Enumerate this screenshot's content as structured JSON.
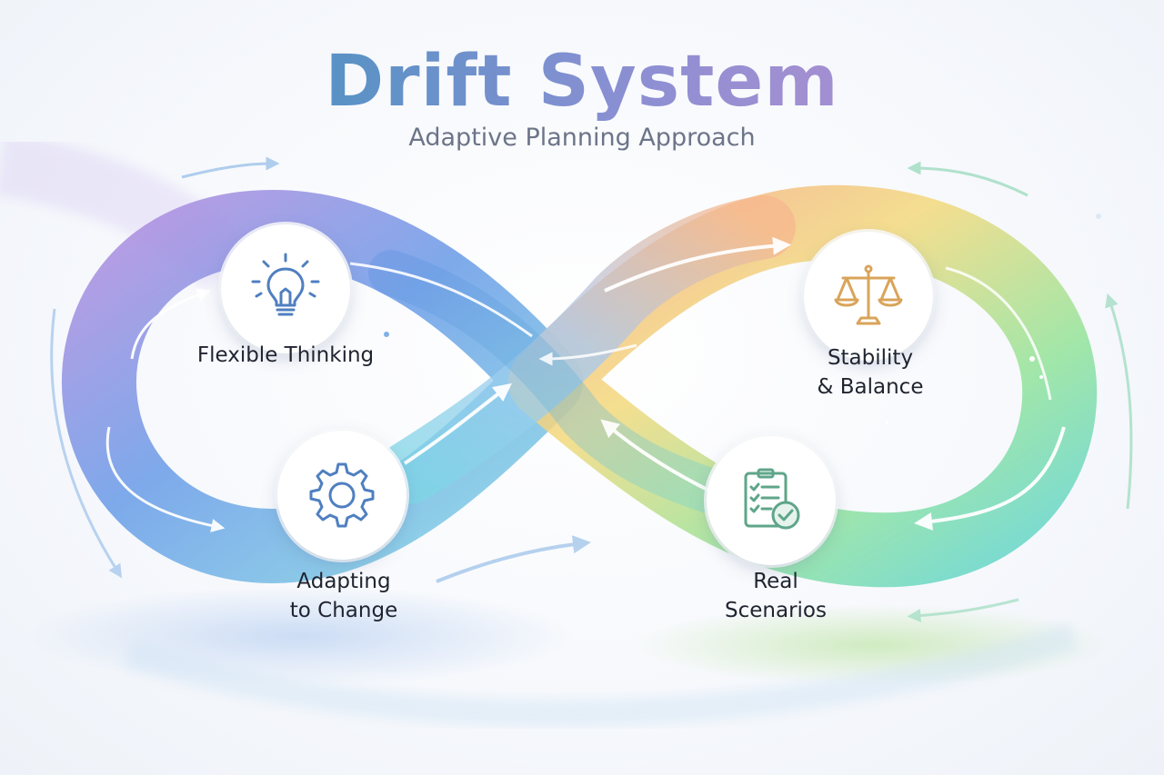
{
  "header": {
    "title": "Drift System",
    "subtitle": "Adaptive Planning Approach"
  },
  "nodes": [
    {
      "label": "Flexible Thinking",
      "icon": "lightbulb-icon",
      "color": "#4f7fc0"
    },
    {
      "label": "Adapting\nto Change",
      "icon": "gear-icon",
      "color": "#4f7fc0"
    },
    {
      "label": "Stability\n& Balance",
      "icon": "balance-scale-icon",
      "color": "#d9a45a"
    },
    {
      "label": "Real\nScenarios",
      "icon": "checklist-icon",
      "color": "#5fa58a"
    }
  ],
  "colors": {
    "left_loop": [
      "#a98bdb",
      "#6b9be6",
      "#7fd0e0"
    ],
    "right_loop": [
      "#f6b37f",
      "#f4d77a",
      "#8fe0a0",
      "#5fd6c8"
    ]
  }
}
